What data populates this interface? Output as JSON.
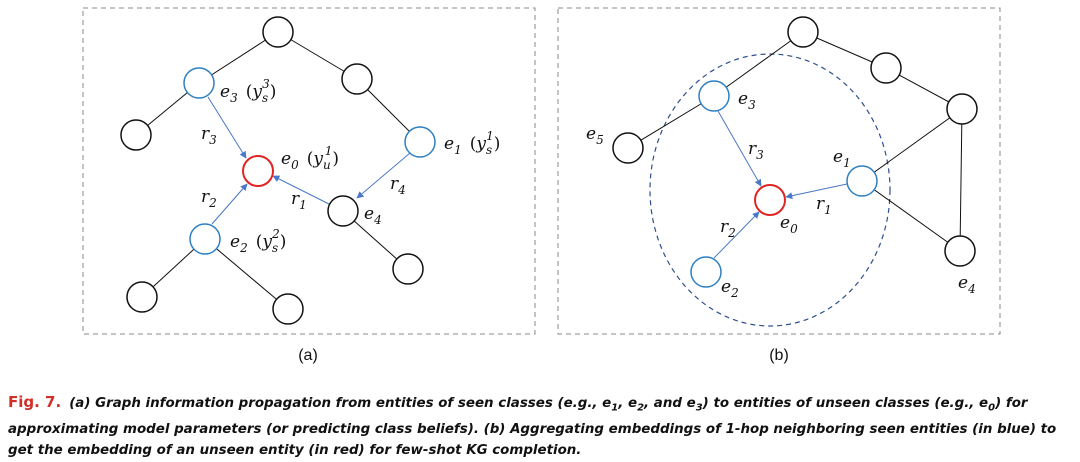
{
  "panels": {
    "a_label": "(a)",
    "b_label": "(b)"
  },
  "colors": {
    "seen_node": "#2e7fc1",
    "unseen_node": "#e02424",
    "default_node": "#111111",
    "relation_arrow": "#4a78c8",
    "dashed_border": "#888888",
    "neighborhood_ellipse": "#2f4f8f",
    "figure_label": "#d22f27"
  },
  "panel_a": {
    "e3": {
      "base": "e",
      "sub": "3",
      "class_base": "y",
      "class_sub": "s",
      "class_sup": "3"
    },
    "e0": {
      "base": "e",
      "sub": "0",
      "class_base": "y",
      "class_sub": "u",
      "class_sup": "1"
    },
    "e1": {
      "base": "e",
      "sub": "1",
      "class_base": "y",
      "class_sub": "s",
      "class_sup": "1"
    },
    "e2": {
      "base": "e",
      "sub": "2",
      "class_base": "y",
      "class_sub": "s",
      "class_sup": "2"
    },
    "e4": {
      "base": "e",
      "sub": "4"
    },
    "r3": {
      "base": "r",
      "sub": "3"
    },
    "r2": {
      "base": "r",
      "sub": "2"
    },
    "r1": {
      "base": "r",
      "sub": "1"
    },
    "r4": {
      "base": "r",
      "sub": "4"
    }
  },
  "panel_b": {
    "e3": {
      "base": "e",
      "sub": "3"
    },
    "e5": {
      "base": "e",
      "sub": "5"
    },
    "e1": {
      "base": "e",
      "sub": "1"
    },
    "e0": {
      "base": "e",
      "sub": "0"
    },
    "e2": {
      "base": "e",
      "sub": "2"
    },
    "e4": {
      "base": "e",
      "sub": "4"
    },
    "r3": {
      "base": "r",
      "sub": "3"
    },
    "r2": {
      "base": "r",
      "sub": "2"
    },
    "r1": {
      "base": "r",
      "sub": "1"
    }
  },
  "caption": {
    "fig_label": "Fig. 7.",
    "p1": "(a) Graph information propagation from entities of seen classes (e.g., e",
    "s1": "1",
    "p2": ", e",
    "s2": "2",
    "p3": ", and e",
    "s3": "3",
    "p4": ") to entities of unseen classes (e.g., e",
    "s4": "0",
    "p5": ") for approximating model parameters (or predicting class beliefs). (b) Aggregating embeddings of 1-hop neighboring seen entities (in blue) to get the embedding of an unseen entity (in red) for few-shot KG completion."
  }
}
